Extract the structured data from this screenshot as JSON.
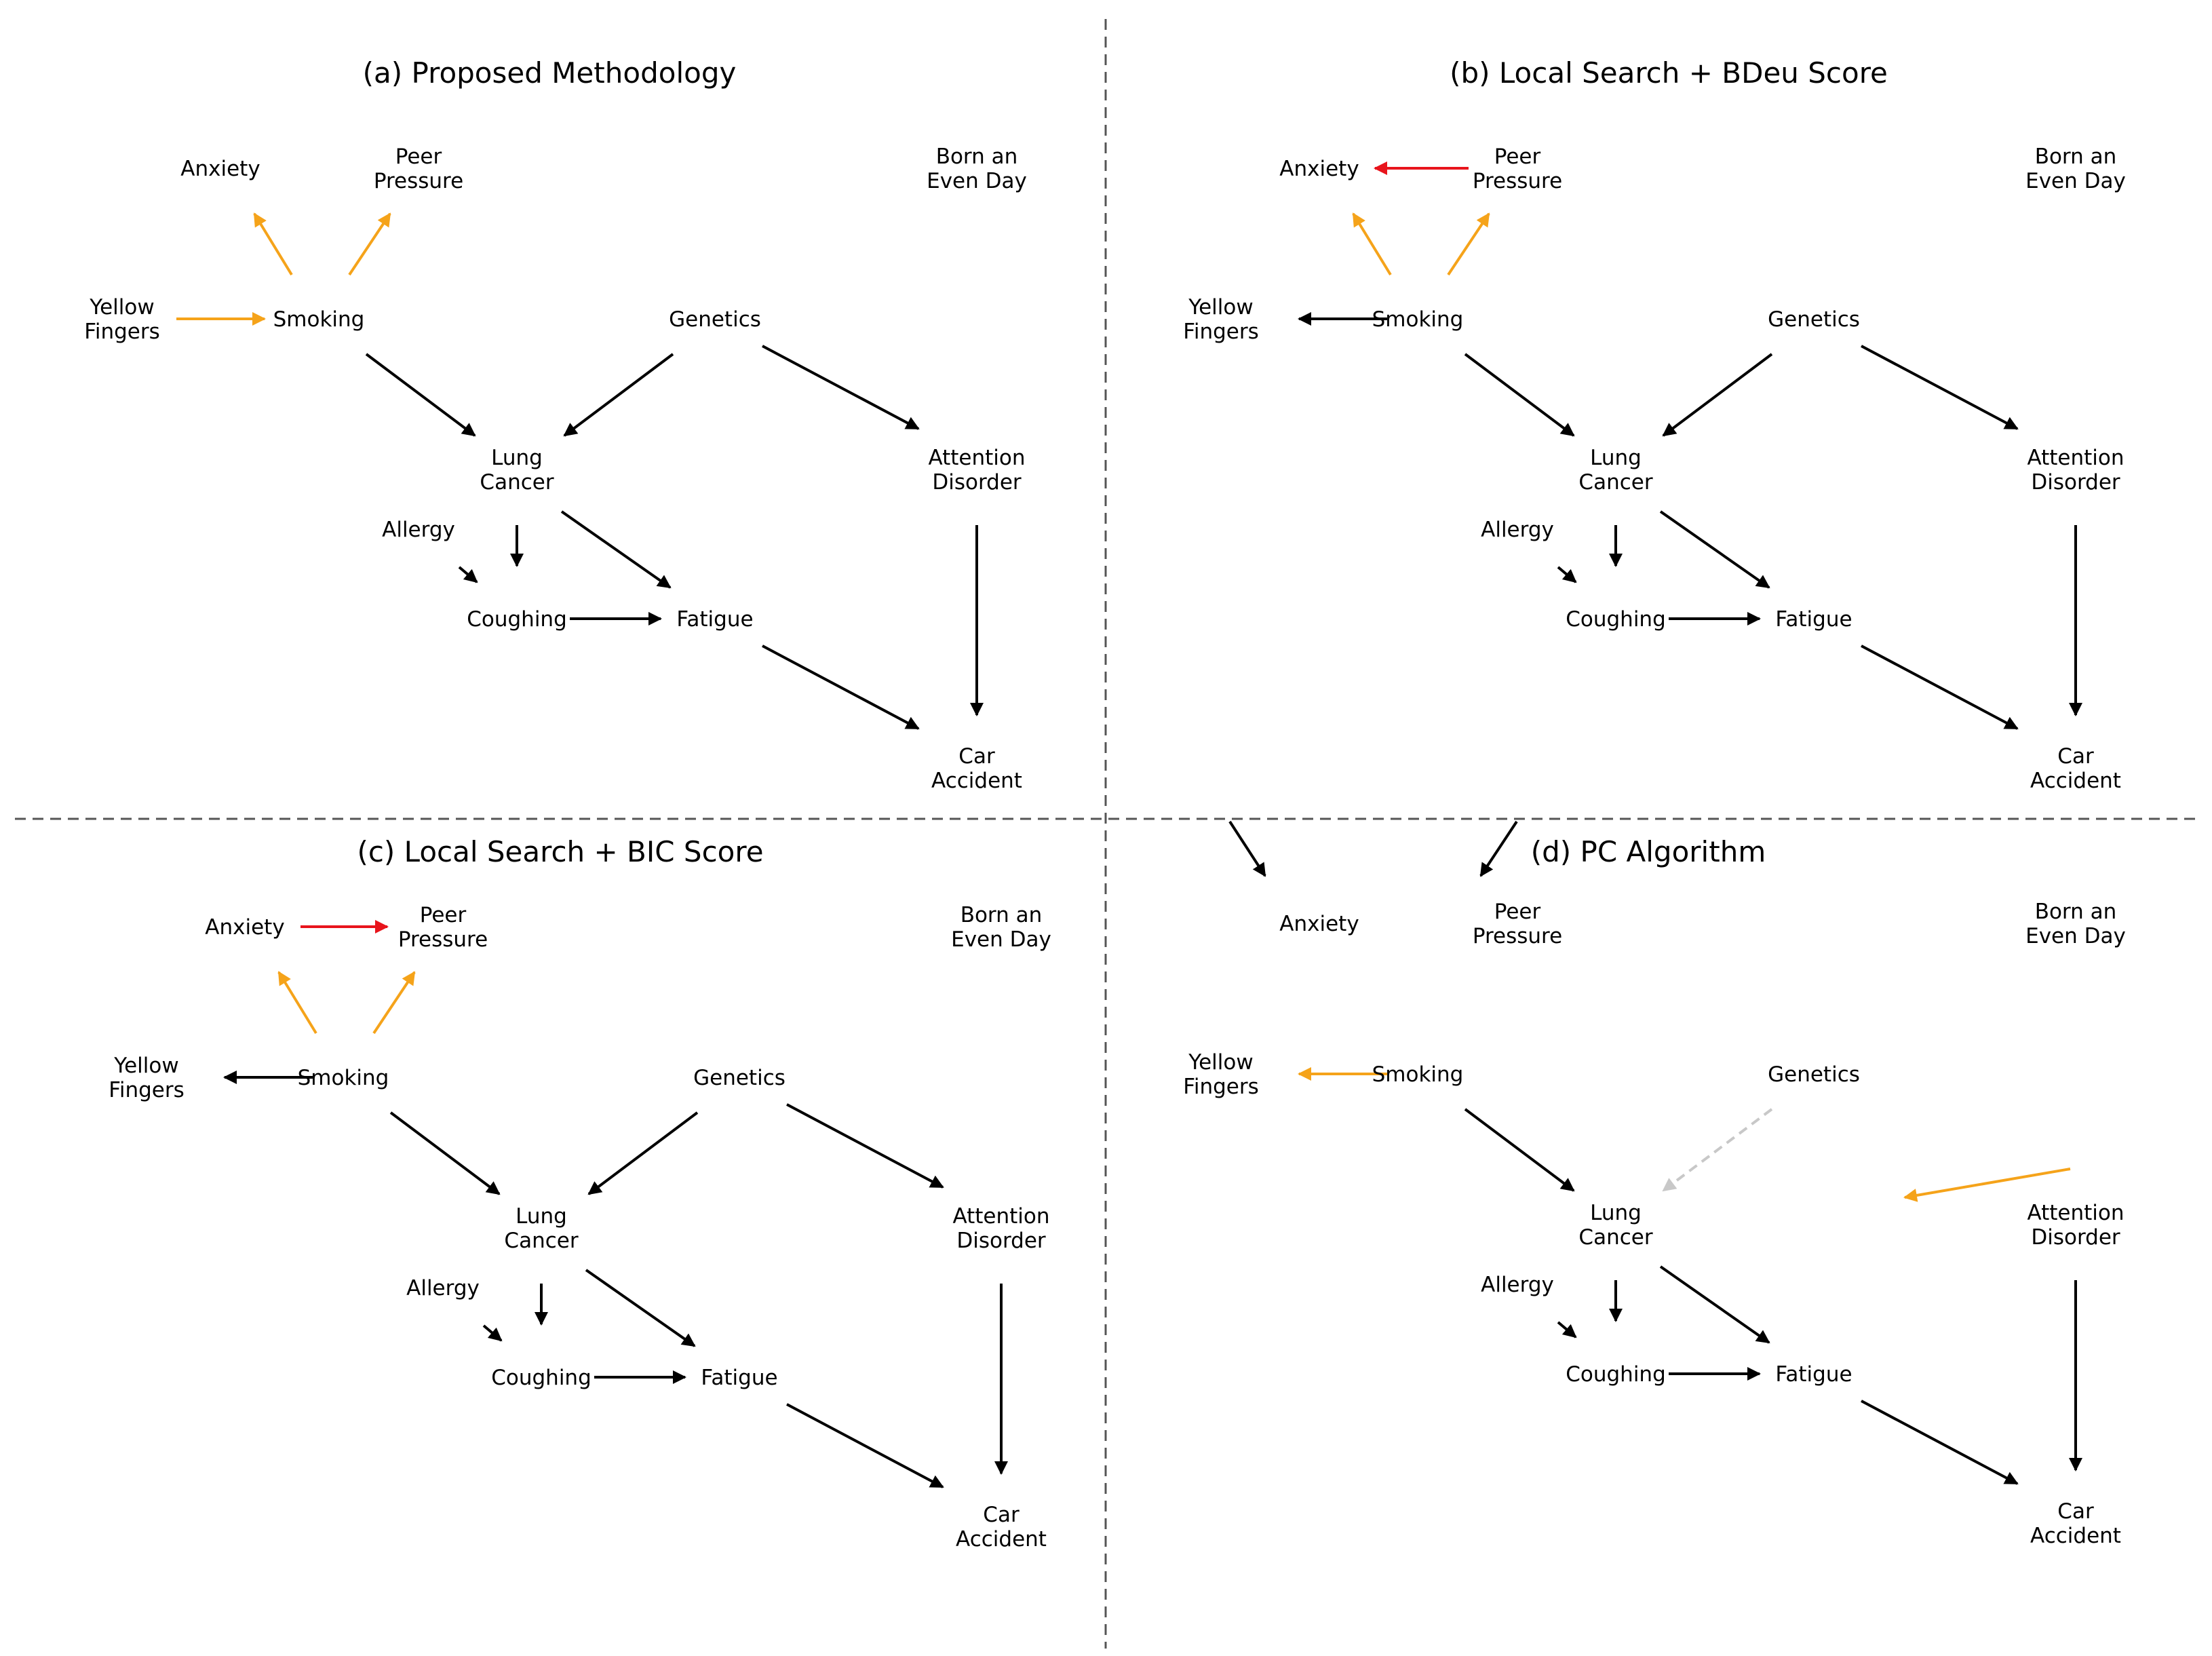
{
  "colors": {
    "default": "#000000",
    "orange": "#f5a31a",
    "red": "#e8141c",
    "gray": "#c8c8c8",
    "divider": "#555555"
  },
  "panels": [
    {
      "id": "a",
      "title": "(a) Proposed Methodology",
      "nodes": {
        "anxiety": [
          "Anxiety"
        ],
        "peer": [
          "Peer",
          "Pressure"
        ],
        "born": [
          "Born an",
          "Even Day"
        ],
        "yellow": [
          "Yellow",
          "Fingers"
        ],
        "smoking": [
          "Smoking"
        ],
        "genetics": [
          "Genetics"
        ],
        "lung": [
          "Lung",
          "Cancer"
        ],
        "attention": [
          "Attention",
          "Disorder"
        ],
        "allergy": [
          "Allergy"
        ],
        "coughing": [
          "Coughing"
        ],
        "fatigue": [
          "Fatigue"
        ],
        "car": [
          "Car",
          "Accident"
        ]
      },
      "edges": [
        {
          "from": "smoking",
          "to": "anxiety",
          "color": "orange"
        },
        {
          "from": "smoking",
          "to": "peer",
          "color": "orange"
        },
        {
          "from": "yellow",
          "to": "smoking",
          "color": "orange"
        },
        {
          "from": "smoking",
          "to": "lung",
          "color": "default"
        },
        {
          "from": "genetics",
          "to": "lung",
          "color": "default"
        },
        {
          "from": "genetics",
          "to": "attention",
          "color": "default"
        },
        {
          "from": "lung",
          "to": "coughing",
          "color": "default"
        },
        {
          "from": "allergy",
          "to": "coughing",
          "color": "default"
        },
        {
          "from": "lung",
          "to": "fatigue",
          "color": "default"
        },
        {
          "from": "coughing",
          "to": "fatigue",
          "color": "default"
        },
        {
          "from": "fatigue",
          "to": "car",
          "color": "default"
        },
        {
          "from": "attention",
          "to": "car",
          "color": "default"
        }
      ]
    },
    {
      "id": "b",
      "title": "(b) Local Search + BDeu Score",
      "nodes": {
        "anxiety": [
          "Anxiety"
        ],
        "peer": [
          "Peer",
          "Pressure"
        ],
        "born": [
          "Born an",
          "Even Day"
        ],
        "yellow": [
          "Yellow",
          "Fingers"
        ],
        "smoking": [
          "Smoking"
        ],
        "genetics": [
          "Genetics"
        ],
        "lung": [
          "Lung",
          "Cancer"
        ],
        "attention": [
          "Attention",
          "Disorder"
        ],
        "allergy": [
          "Allergy"
        ],
        "coughing": [
          "Coughing"
        ],
        "fatigue": [
          "Fatigue"
        ],
        "car": [
          "Car",
          "Accident"
        ]
      },
      "edges": [
        {
          "from": "peer",
          "to": "anxiety",
          "color": "red"
        },
        {
          "from": "smoking",
          "to": "anxiety",
          "color": "orange"
        },
        {
          "from": "smoking",
          "to": "peer",
          "color": "orange"
        },
        {
          "from": "smoking",
          "to": "yellow",
          "color": "default"
        },
        {
          "from": "smoking",
          "to": "lung",
          "color": "default"
        },
        {
          "from": "genetics",
          "to": "lung",
          "color": "default"
        },
        {
          "from": "genetics",
          "to": "attention",
          "color": "default"
        },
        {
          "from": "lung",
          "to": "coughing",
          "color": "default"
        },
        {
          "from": "allergy",
          "to": "coughing",
          "color": "default"
        },
        {
          "from": "lung",
          "to": "fatigue",
          "color": "default"
        },
        {
          "from": "coughing",
          "to": "fatigue",
          "color": "default"
        },
        {
          "from": "fatigue",
          "to": "car",
          "color": "default"
        },
        {
          "from": "attention",
          "to": "car",
          "color": "default"
        }
      ]
    },
    {
      "id": "c",
      "title": "(c) Local Search + BIC Score",
      "nodes": {
        "anxiety": [
          "Anxiety"
        ],
        "peer": [
          "Peer",
          "Pressure"
        ],
        "born": [
          "Born an",
          "Even Day"
        ],
        "yellow": [
          "Yellow",
          "Fingers"
        ],
        "smoking": [
          "Smoking"
        ],
        "genetics": [
          "Genetics"
        ],
        "lung": [
          "Lung",
          "Cancer"
        ],
        "attention": [
          "Attention",
          "Disorder"
        ],
        "allergy": [
          "Allergy"
        ],
        "coughing": [
          "Coughing"
        ],
        "fatigue": [
          "Fatigue"
        ],
        "car": [
          "Car",
          "Accident"
        ]
      },
      "edges": [
        {
          "from": "anxiety",
          "to": "peer",
          "color": "red"
        },
        {
          "from": "smoking",
          "to": "anxiety",
          "color": "orange"
        },
        {
          "from": "smoking",
          "to": "peer",
          "color": "orange"
        },
        {
          "from": "smoking",
          "to": "yellow",
          "color": "default"
        },
        {
          "from": "smoking",
          "to": "lung",
          "color": "default"
        },
        {
          "from": "genetics",
          "to": "lung",
          "color": "default"
        },
        {
          "from": "genetics",
          "to": "attention",
          "color": "default"
        },
        {
          "from": "lung",
          "to": "coughing",
          "color": "default"
        },
        {
          "from": "allergy",
          "to": "coughing",
          "color": "default"
        },
        {
          "from": "lung",
          "to": "fatigue",
          "color": "default"
        },
        {
          "from": "coughing",
          "to": "fatigue",
          "color": "default"
        },
        {
          "from": "fatigue",
          "to": "car",
          "color": "default"
        },
        {
          "from": "attention",
          "to": "car",
          "color": "default"
        }
      ]
    },
    {
      "id": "d",
      "title": "(d) PC Algorithm",
      "nodes": {
        "anxiety": [
          "Anxiety"
        ],
        "peer": [
          "Peer",
          "Pressure"
        ],
        "born": [
          "Born an",
          "Even Day"
        ],
        "yellow": [
          "Yellow",
          "Fingers"
        ],
        "smoking": [
          "Smoking"
        ],
        "genetics": [
          "Genetics"
        ],
        "lung": [
          "Lung",
          "Cancer"
        ],
        "attention": [
          "Attention",
          "Disorder"
        ],
        "allergy": [
          "Allergy"
        ],
        "coughing": [
          "Coughing"
        ],
        "fatigue": [
          "Fatigue"
        ],
        "car": [
          "Car",
          "Accident"
        ]
      },
      "edges": [
        {
          "from": "anxiety",
          "to": "smoking",
          "color": "default"
        },
        {
          "from": "peer",
          "to": "smoking",
          "color": "default"
        },
        {
          "from": "smoking",
          "to": "yellow",
          "color": "orange"
        },
        {
          "from": "smoking",
          "to": "lung",
          "color": "default"
        },
        {
          "from": "genetics",
          "to": "lung",
          "color": "gray",
          "dashed": true
        },
        {
          "from": "attention",
          "to": "genetics",
          "color": "orange"
        },
        {
          "from": "lung",
          "to": "coughing",
          "color": "default"
        },
        {
          "from": "allergy",
          "to": "coughing",
          "color": "default"
        },
        {
          "from": "lung",
          "to": "fatigue",
          "color": "default"
        },
        {
          "from": "coughing",
          "to": "fatigue",
          "color": "default"
        },
        {
          "from": "fatigue",
          "to": "car",
          "color": "default"
        },
        {
          "from": "attention",
          "to": "car",
          "color": "default"
        }
      ]
    }
  ]
}
